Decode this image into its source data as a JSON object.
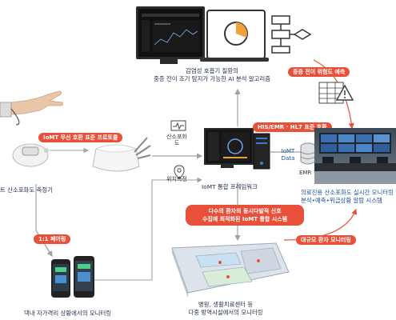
{
  "captions": {
    "ai_title_line1": "감염성 호흡기 질환의",
    "ai_title_line2": "중증 전이 조기 탐지가 가능한 AI 분석 알고리즘",
    "sensor_label": "트 산소포화도 측정기",
    "framework_label": "IoMT 통합 프레임워크",
    "oxygen_label": "산소포화도",
    "location_label": "위치측정",
    "iomt_data_label": "IoMT Data",
    "emr_label": "EMR",
    "monitor_line1": "의료진용 산소포화도 실시간 모니터링",
    "monitor_line2": "분석•예측•위급상황 알람 시스템",
    "home_label": "댁내 자가격리 상황에서의 모니터링",
    "hospital_line1": "병원, 생활치료센터 등",
    "hospital_line2": "다중 방역시설에서의 모니터링"
  },
  "pills": {
    "protocol": "IoMT 무선 호환 표준 프로토콜",
    "his_emr": "HIS/EMR · HL7 표준 호환",
    "severity": "중증 전이 위험도 예측",
    "pairing": "1:1 페어링",
    "multi_line1": "다수의 환자의 동시다발적 신호",
    "multi_line2": "수집에 최적화된 IoMT 통합 시스템",
    "large_scale": "대규모 환자 모니터링"
  },
  "colors": {
    "accent_red": "#e8503a",
    "arrow_grey": "#9aa3ad",
    "caption_blue": "#1d4f9a"
  }
}
